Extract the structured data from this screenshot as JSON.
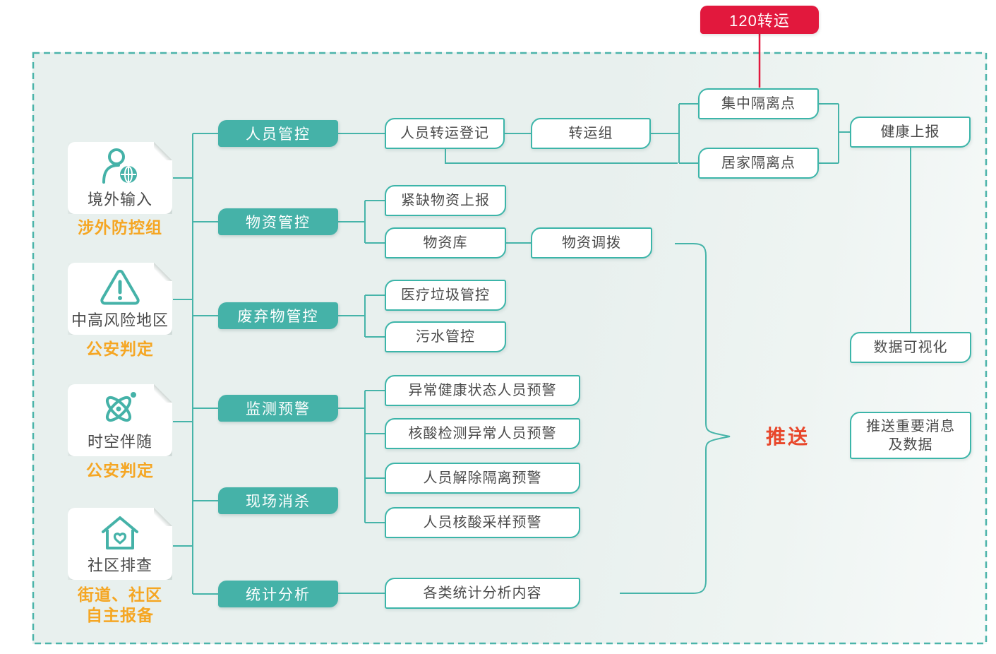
{
  "diagram": {
    "transfer_badge": {
      "label": "120转运"
    },
    "push_label": "推送",
    "sources": [
      {
        "title": "境外输入",
        "subtitle": "涉外防控组",
        "icon": "person-globe-icon"
      },
      {
        "title": "中高风险地区",
        "subtitle": "公安判定",
        "icon": "warning-triangle-icon"
      },
      {
        "title": "时空伴随",
        "subtitle": "公安判定",
        "icon": "atom-icon"
      },
      {
        "title": "社区排查",
        "subtitle": "街道、社区\n自主报备",
        "icon": "house-heart-icon"
      }
    ],
    "categories": [
      {
        "label": "人员管控"
      },
      {
        "label": "物资管控"
      },
      {
        "label": "废弃物管控"
      },
      {
        "label": "监测预警"
      },
      {
        "label": "现场消杀"
      },
      {
        "label": "统计分析"
      }
    ],
    "nodes": {
      "person_transfer_register": "人员转运登记",
      "transfer_group": "转运组",
      "central_quarantine": "集中隔离点",
      "home_quarantine": "居家隔离点",
      "health_report": "健康上报",
      "scarce_supplies_report": "紧缺物资上报",
      "supplies_warehouse": "物资库",
      "supplies_allocation": "物资调拨",
      "medical_waste_control": "医疗垃圾管控",
      "sewage_control": "污水管控",
      "abnormal_health_warning": "异常健康状态人员预警",
      "nucleic_test_abnormal_warning": "核酸检测异常人员预警",
      "release_quarantine_warning": "人员解除隔离预警",
      "nucleic_sampling_warning": "人员核酸采样预警",
      "statistics_content": "各类统计分析内容",
      "data_visualization": "数据可视化",
      "push_messages": "推送重要消息\n及数据"
    },
    "colors": {
      "teal_fill": "#45b2a8",
      "line_teal": "#46b4a9",
      "badge_red": "#e2183d",
      "push_red": "#e8472b",
      "orange_label": "#f5a623",
      "node_text": "#4a4a4a",
      "panel_bg": "#e8f0ee"
    }
  }
}
